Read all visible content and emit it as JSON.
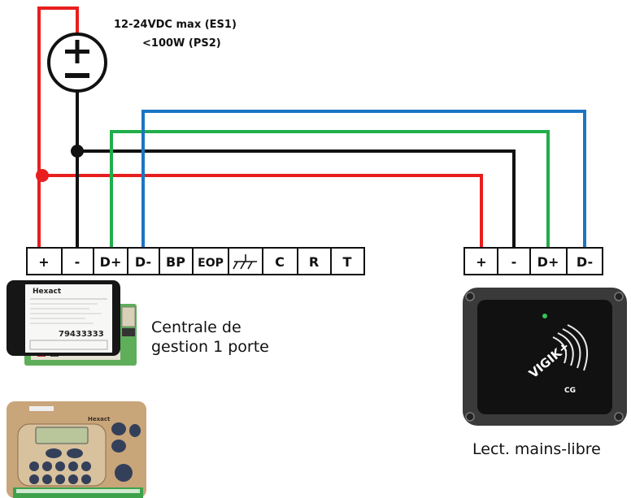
{
  "power_supply": {
    "spec_line1": "12-24VDC max (ES1)",
    "spec_line2": "<100W (PS2)",
    "plus_symbol": "+",
    "minus_symbol": "−"
  },
  "central_unit": {
    "caption_line1": "Centrale de",
    "caption_line2": "gestion 1 porte",
    "terminals": [
      "+",
      "-",
      "D+",
      "D-",
      "BP",
      "EOP",
      "",
      "C",
      "R",
      "T"
    ],
    "ground_icon": "ground-symbol-icon",
    "label_text": "Hexact",
    "serial_text": "79433333",
    "keypad_brand": "Hexact"
  },
  "reader": {
    "caption": "Lect. mains-libre",
    "terminals": [
      "+",
      "-",
      "D+",
      "D-"
    ],
    "logo_text": "VIGIK+",
    "logo_sub": "CG"
  },
  "colors": {
    "red": "#e81e1e",
    "black": "#111111",
    "green": "#1fae4a",
    "blue": "#1b75c4"
  }
}
